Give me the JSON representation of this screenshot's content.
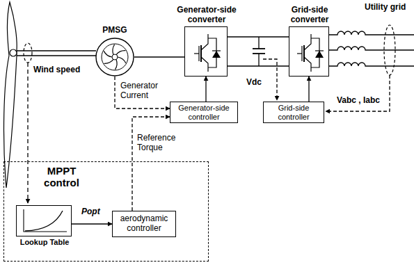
{
  "diagram": {
    "nodes": [
      {
        "text": [
          "PMSG"
        ]
      },
      {
        "text": [
          "Generator-side converter"
        ]
      },
      {
        "text": [
          "Grid-side converter"
        ]
      },
      {
        "text": [
          "Generator-side controller"
        ]
      },
      {
        "text": [
          "Grid-side controller"
        ]
      },
      {
        "text": [
          "MPPT control"
        ]
      },
      {
        "text": [
          "Lookup Table"
        ],
        "in": 5
      },
      {
        "text": [
          "aerodynamic controller"
        ],
        "in": 5
      }
    ],
    "edges": [
      {
        "from": 0,
        "to": 1,
        "arrow": "none"
      },
      {
        "from": 1,
        "to": 2,
        "arrow": "none"
      },
      {
        "from": 3,
        "to": 1,
        "arrow": "to"
      },
      {
        "from": 4,
        "to": 2,
        "arrow": "to"
      },
      {
        "from": 0,
        "to": 3,
        "label": "Generator Current",
        "arrow": "to"
      },
      {
        "from": 6,
        "to": 7,
        "label": "Popt",
        "arrow": "to"
      },
      {
        "from": 7,
        "to": 3,
        "label": "Reference Torque",
        "arrow": "to"
      }
    ],
    "labels": [
      "Wind speed",
      "Vdc",
      "Utility grid",
      "Vabc , Iabc"
    ]
  }
}
